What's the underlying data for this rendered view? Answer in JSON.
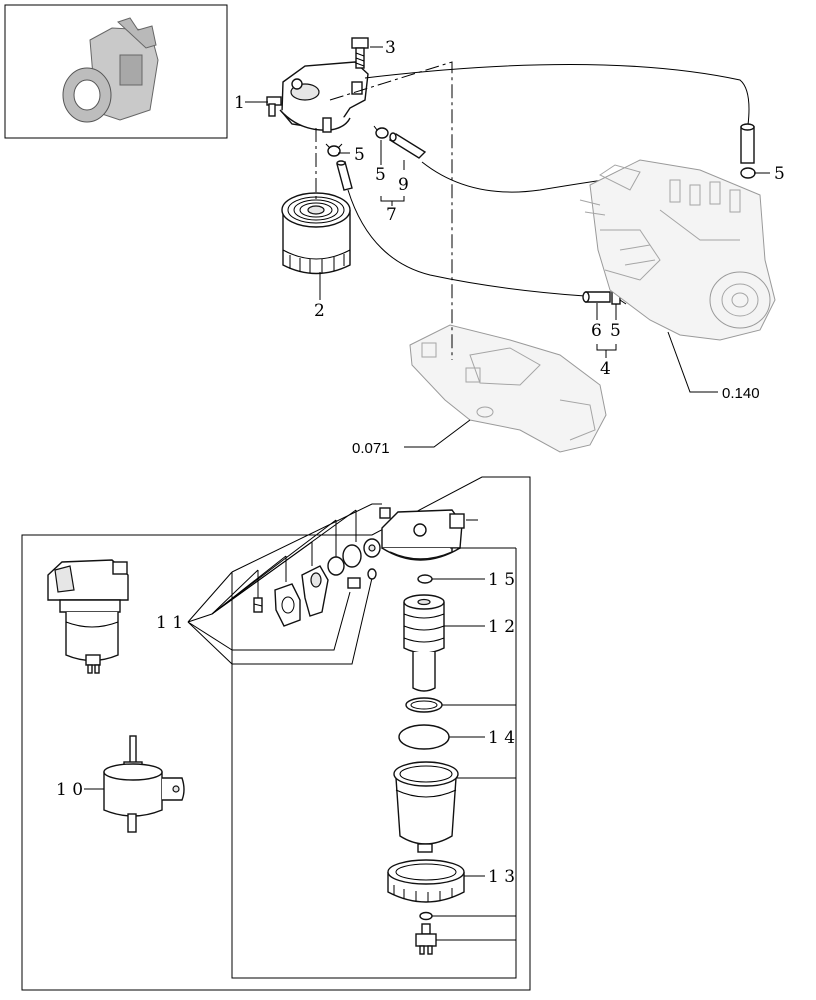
{
  "labels": {
    "p1": "1",
    "p2": "2",
    "p3": "3",
    "p4": "4",
    "p5a": "5",
    "p5b": "5",
    "p5c": "5",
    "p5d": "5",
    "p6": "6",
    "p7": "7",
    "p9": "9",
    "p10": "1 0",
    "p11": "1 1",
    "p12": "1 2",
    "p13": "1 3",
    "p14": "1 4",
    "p15": "1 5"
  },
  "references": {
    "pump": "0.140",
    "manifold": "0.071"
  }
}
